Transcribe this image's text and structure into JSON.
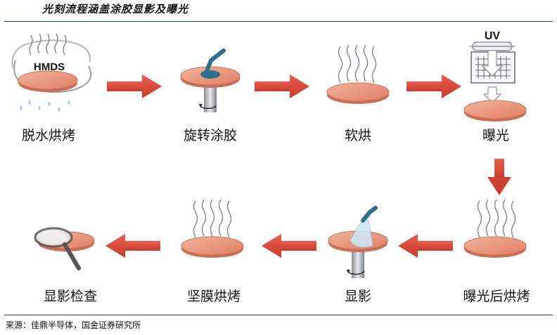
{
  "title": "光刻流程涵盖涂胶显影及曝光",
  "source": "来源：佳鼎半导体，国金证券研究所",
  "steps": {
    "dehydration_bake": "脱水烘烤",
    "spin_coat": "旋转涂胶",
    "soft_bake": "软烘",
    "exposure": "曝光",
    "post_exposure_bake": "曝光后烘烤",
    "develop": "显影",
    "hard_bake": "坚膜烘烤",
    "inspection": "显影检查"
  },
  "hmds_label": "HMDS",
  "uv_label": "UV",
  "colors": {
    "arrow": "#d9473a",
    "wafer_top": "#e9957c",
    "wafer_edge": "#c96f55",
    "rule": "#1f3f6a"
  }
}
